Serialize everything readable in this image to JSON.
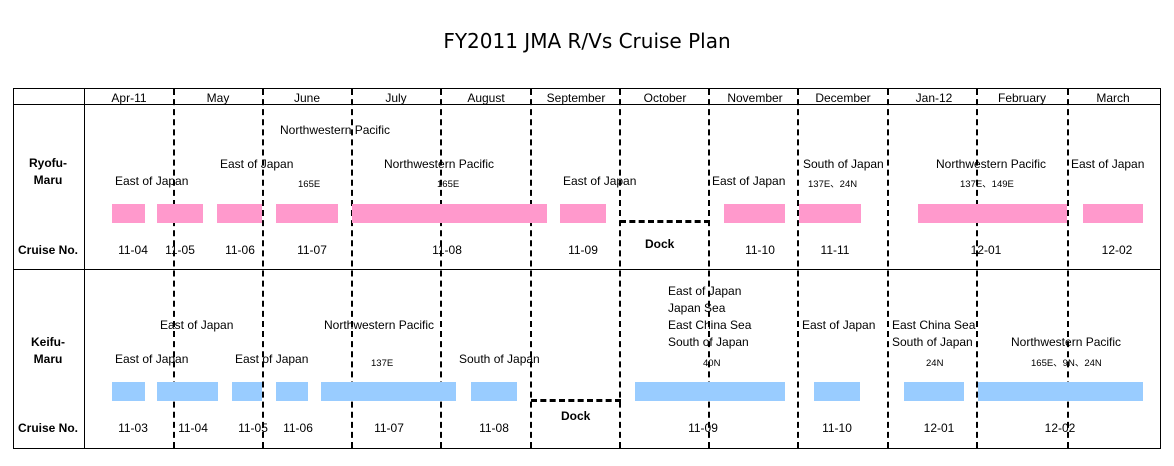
{
  "title": "FY2011 JMA R/Vs Cruise Plan",
  "months": [
    "Apr-11",
    "May",
    "June",
    "July",
    "August",
    "September",
    "October",
    "November",
    "December",
    "Jan-12",
    "February",
    "March"
  ],
  "colors": {
    "ryofu_bar": "#ff99cc",
    "keifu_bar": "#99ccff"
  },
  "ryofu": {
    "name_line1": "Ryofu-",
    "name_line2": "Maru",
    "cruise_label": "Cruise No.",
    "areas": [
      "East of Japan",
      "East of Japan",
      "Northwestern Pacific",
      "Northwestern Pacific",
      "East of Japan",
      "East of Japan",
      "South of Japan",
      "Northwestern Pacific",
      "East of Japan"
    ],
    "positions": [
      "165E",
      "165E",
      "137E、24N",
      "137E、149E"
    ],
    "cruises": [
      "11-04",
      "11-05",
      "11-06",
      "11-07",
      "11-08",
      "11-09",
      "11-10",
      "11-11",
      "12-01",
      "12-02"
    ],
    "dock": "Dock"
  },
  "keifu": {
    "name_line1": "Keifu-",
    "name_line2": "Maru",
    "cruise_label": "Cruise No.",
    "areas": [
      "East of Japan",
      "East of Japan",
      "East of Japan",
      "Northwestern Pacific",
      "South of Japan",
      "East of Japan",
      "Japan Sea",
      "East China Sea",
      "South of Japan",
      "East of Japan",
      "East China Sea",
      "South of Japan",
      "Northwestern Pacific"
    ],
    "positions": [
      "137E",
      "40N",
      "24N",
      "165E、9N、24N"
    ],
    "cruises": [
      "11-03",
      "11-04",
      "11-05",
      "11-06",
      "11-07",
      "11-08",
      "11-09",
      "11-10",
      "12-01",
      "12-02"
    ],
    "dock": "Dock"
  }
}
